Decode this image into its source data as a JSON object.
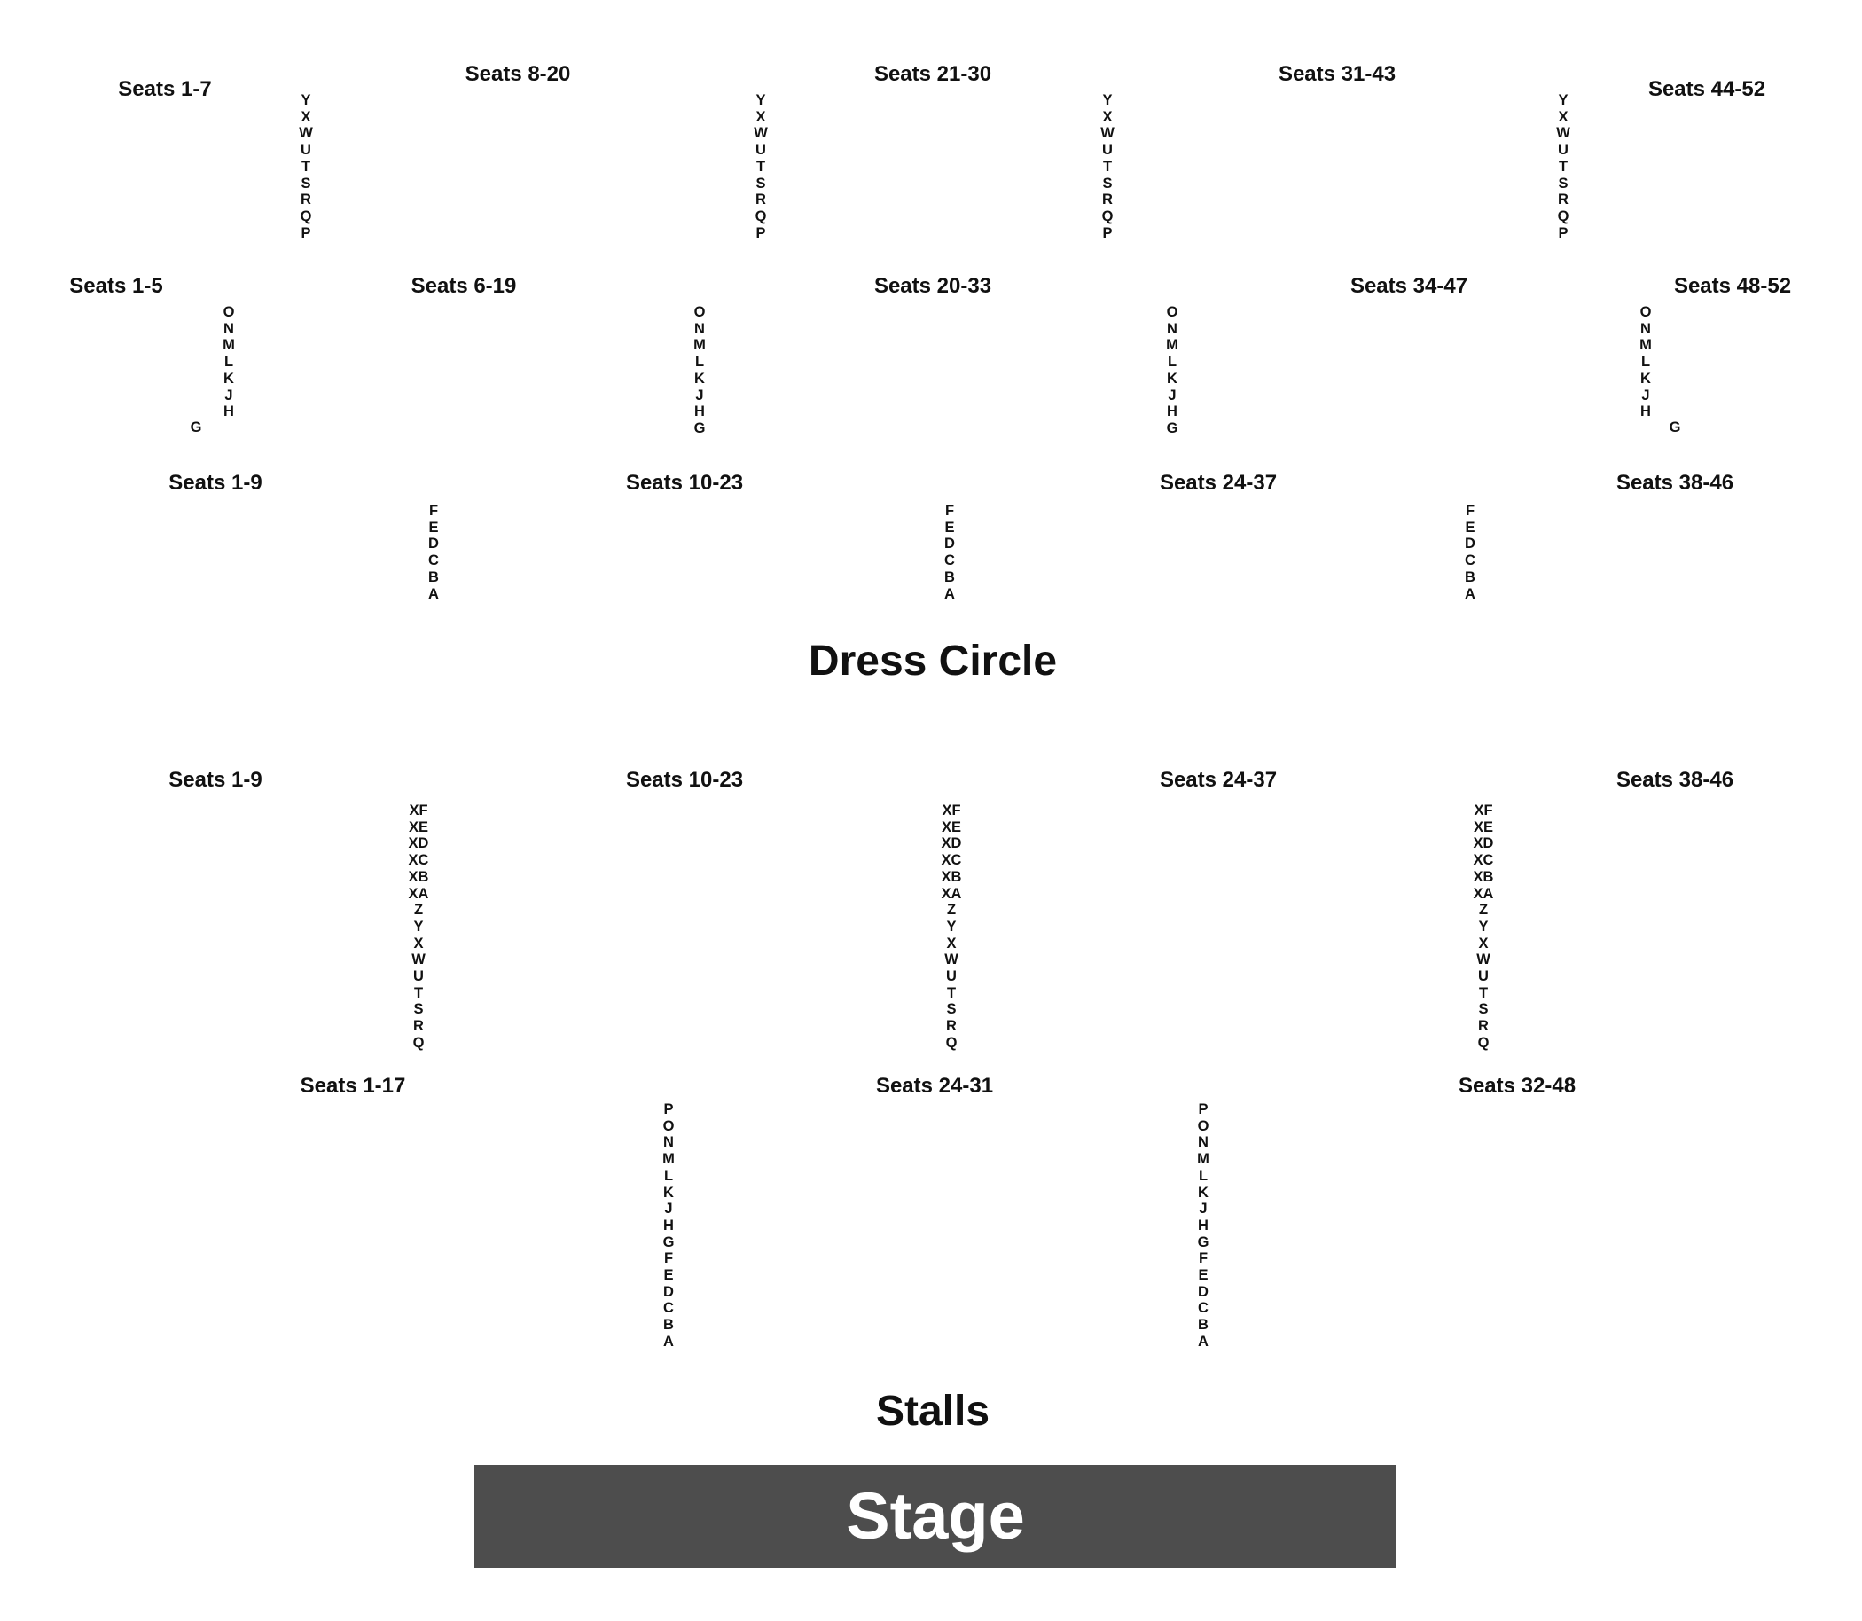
{
  "upper": {
    "labels": [
      "Seats 1-7",
      "Seats 8-20",
      "Seats 21-30",
      "Seats 31-43",
      "Seats 44-52"
    ],
    "rows": [
      "Y",
      "X",
      "W",
      "U",
      "T",
      "S",
      "R",
      "Q",
      "P"
    ]
  },
  "middle": {
    "labels": [
      "Seats 1-5",
      "Seats 6-19",
      "Seats 20-33",
      "Seats 34-47",
      "Seats 48-52"
    ],
    "rows_full": [
      "O",
      "N",
      "M",
      "L",
      "K",
      "J",
      "H",
      "G"
    ],
    "rows_short": [
      "O",
      "N",
      "M",
      "L",
      "K",
      "J",
      "H"
    ],
    "row_g": "G"
  },
  "dress_circle": {
    "labels": [
      "Seats 1-9",
      "Seats 10-23",
      "Seats 24-37",
      "Seats 38-46"
    ],
    "rows": [
      "F",
      "E",
      "D",
      "C",
      "B",
      "A"
    ],
    "title": "Dress Circle"
  },
  "rear_stalls": {
    "labels": [
      "Seats 1-9",
      "Seats 10-23",
      "Seats 24-37",
      "Seats 38-46"
    ],
    "rows": [
      "XF",
      "XE",
      "XD",
      "XC",
      "XB",
      "XA",
      "Z",
      "Y",
      "X",
      "W",
      "U",
      "T",
      "S",
      "R",
      "Q"
    ]
  },
  "front_stalls": {
    "labels": [
      "Seats 1-17",
      "Seats 24-31",
      "Seats 32-48"
    ],
    "rows": [
      "P",
      "O",
      "N",
      "M",
      "L",
      "K",
      "J",
      "H",
      "G",
      "F",
      "E",
      "D",
      "C",
      "B",
      "A"
    ],
    "title": "Stalls"
  },
  "stage": {
    "label": "Stage",
    "color": "#4d4d4d"
  }
}
